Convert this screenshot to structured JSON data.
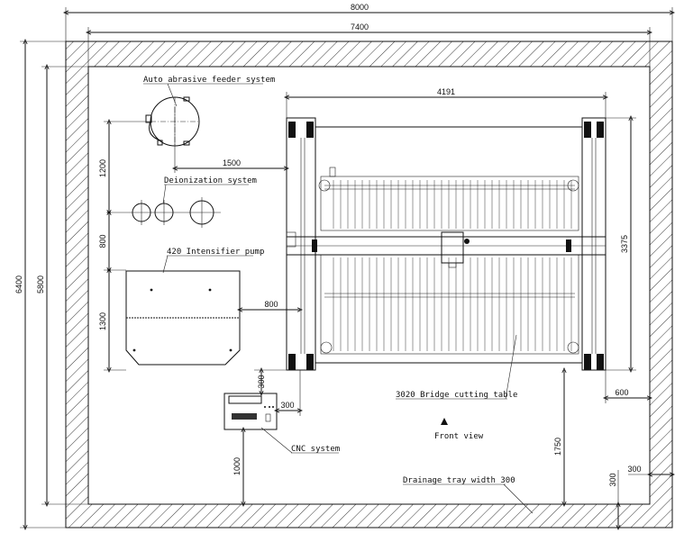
{
  "dimensions": {
    "overall_width": "8000",
    "inner_width": "7400",
    "overall_height": "6400",
    "inner_height": "5800",
    "table_width": "4191",
    "table_height": "3375",
    "feeder_offset": "1500",
    "pump_offset": "800",
    "feeder_spacing": "1200",
    "deion_spacing": "800",
    "pump_spacing": "1300",
    "cnc_offset_v": "300",
    "cnc_offset_h": "300",
    "cnc_to_wall": "1000",
    "table_to_wall": "1750",
    "right_margin": "600",
    "tray_width_h": "300",
    "tray_width_v": "300"
  },
  "labels": {
    "feeder": "Auto abrasive feeder system",
    "deionization": "Deionization system",
    "pump": "420 Intensifier pump",
    "table": "3020 Bridge cutting table",
    "cnc": "CNC system",
    "front_view": "Front view",
    "drainage": "Drainage tray width 300"
  }
}
